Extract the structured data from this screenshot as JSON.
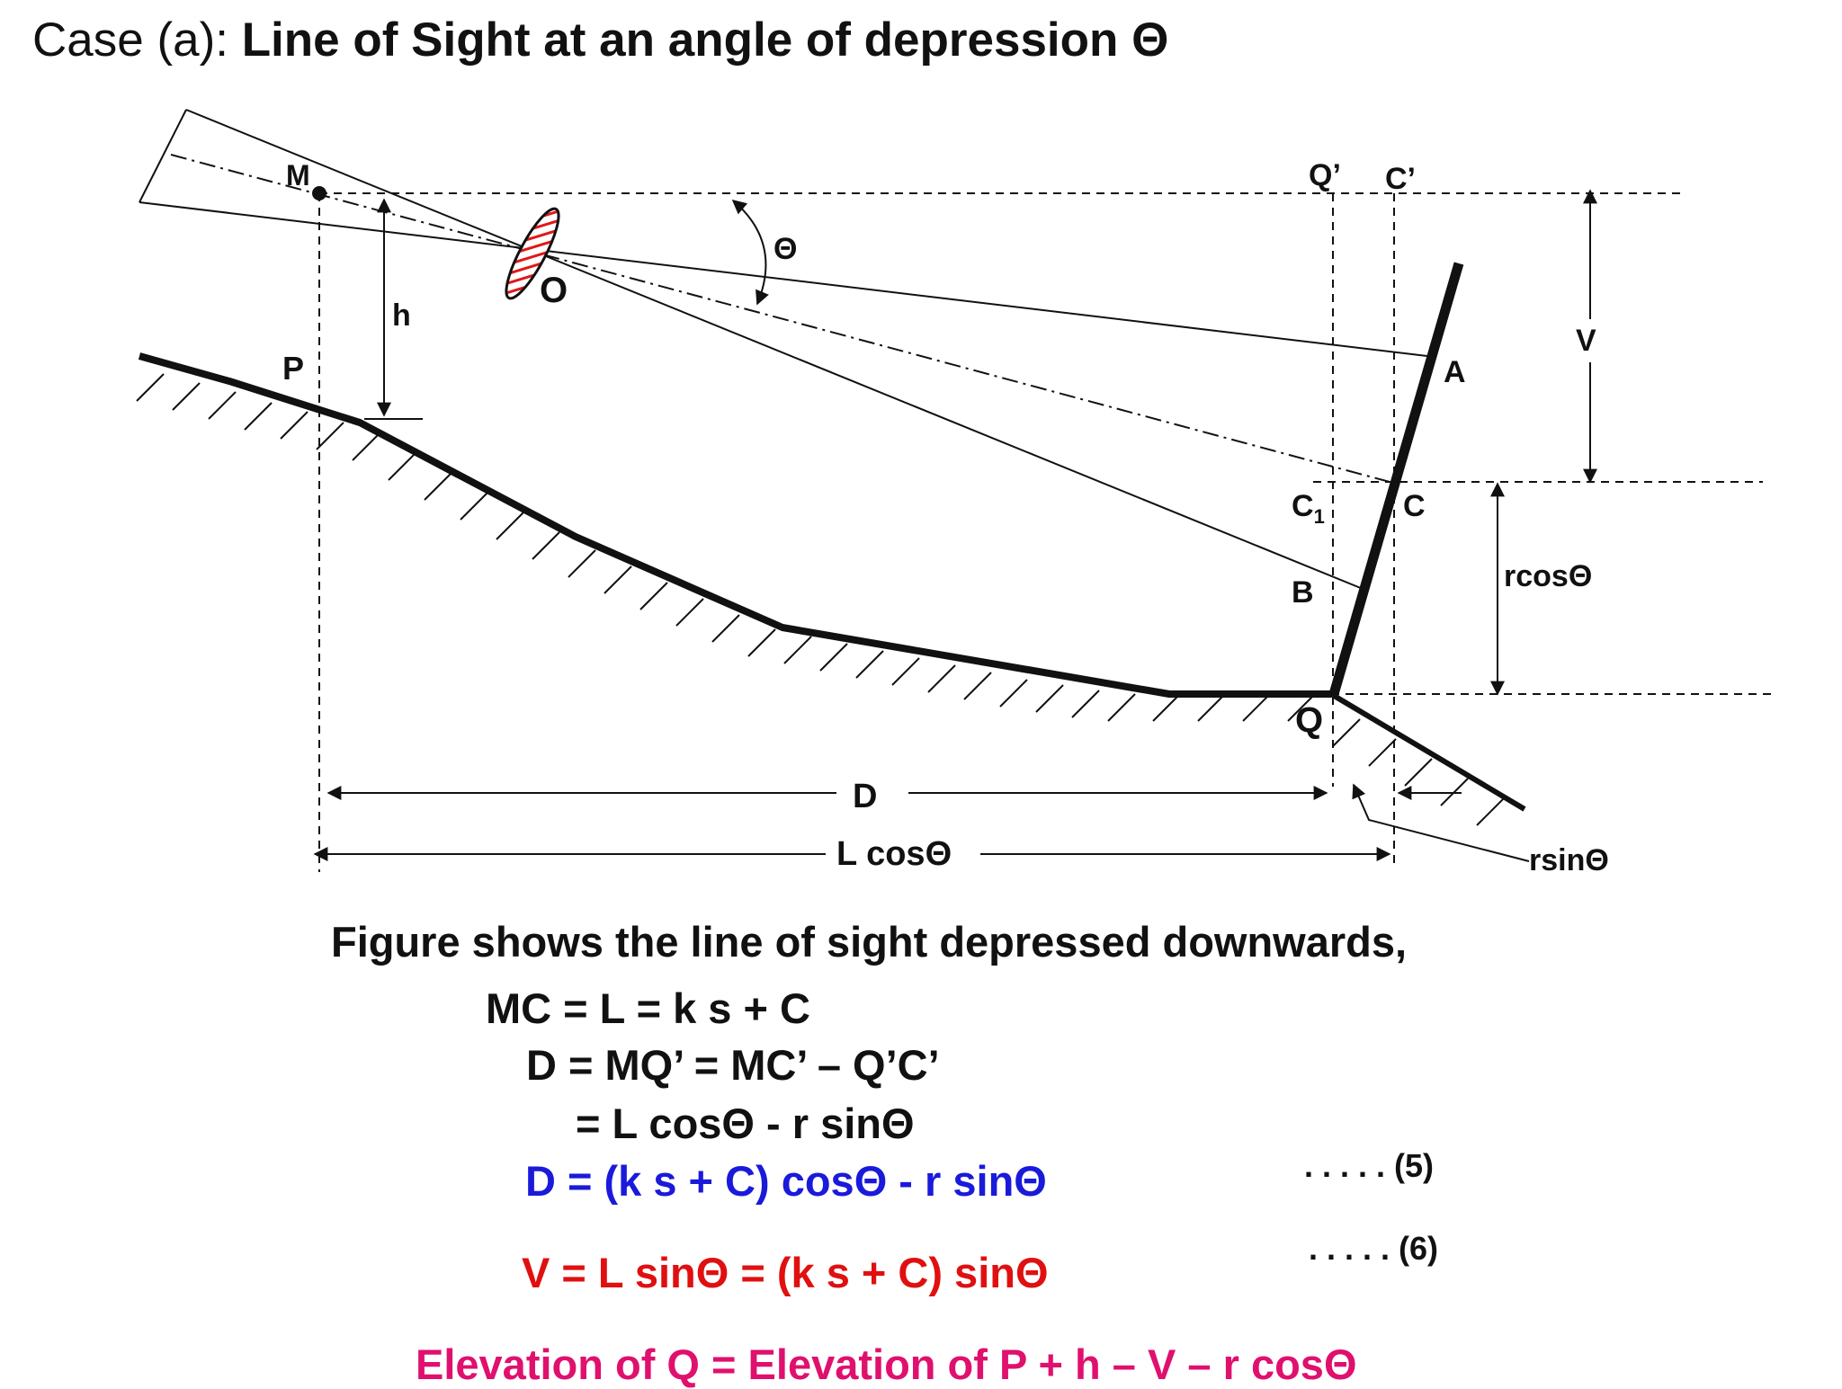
{
  "title": {
    "prefix": "Case (a): ",
    "main": "Line of Sight at an angle of depression Θ"
  },
  "labels": {
    "M": "M",
    "O": "O",
    "h": "h",
    "P": "P",
    "theta": "Θ",
    "Q_prime": "Q’",
    "C_prime": "C’",
    "V": "V",
    "A": "A",
    "C1": "C",
    "C1_sub": "1",
    "C": "C",
    "B": "B",
    "Q": "Q",
    "r_cos": "rcosΘ",
    "D": "D",
    "L_cos": "L cosΘ",
    "r_sin": "rsinΘ"
  },
  "text": {
    "intro": "Figure shows the line of sight depressed downwards,",
    "eq1": "MC = L = k s + C",
    "eq2": "D = MQ’ = MC’ – Q’C’",
    "eq3": "= L cosΘ - r sinΘ",
    "eq4": "D = (k s + C) cosΘ - r sinΘ",
    "eq4_ref": ". . . . . (5)",
    "eq5": "V = L sinΘ = (k s + C) sinΘ",
    "eq5_ref": ". . . . . (6)",
    "elevation": "Elevation of Q = Elevation of P + h – V – r cosΘ"
  },
  "colors": {
    "eq4": "#1a1adb",
    "eq5": "#e01010",
    "elevation": "#e0106e",
    "lens": "#e01818"
  }
}
